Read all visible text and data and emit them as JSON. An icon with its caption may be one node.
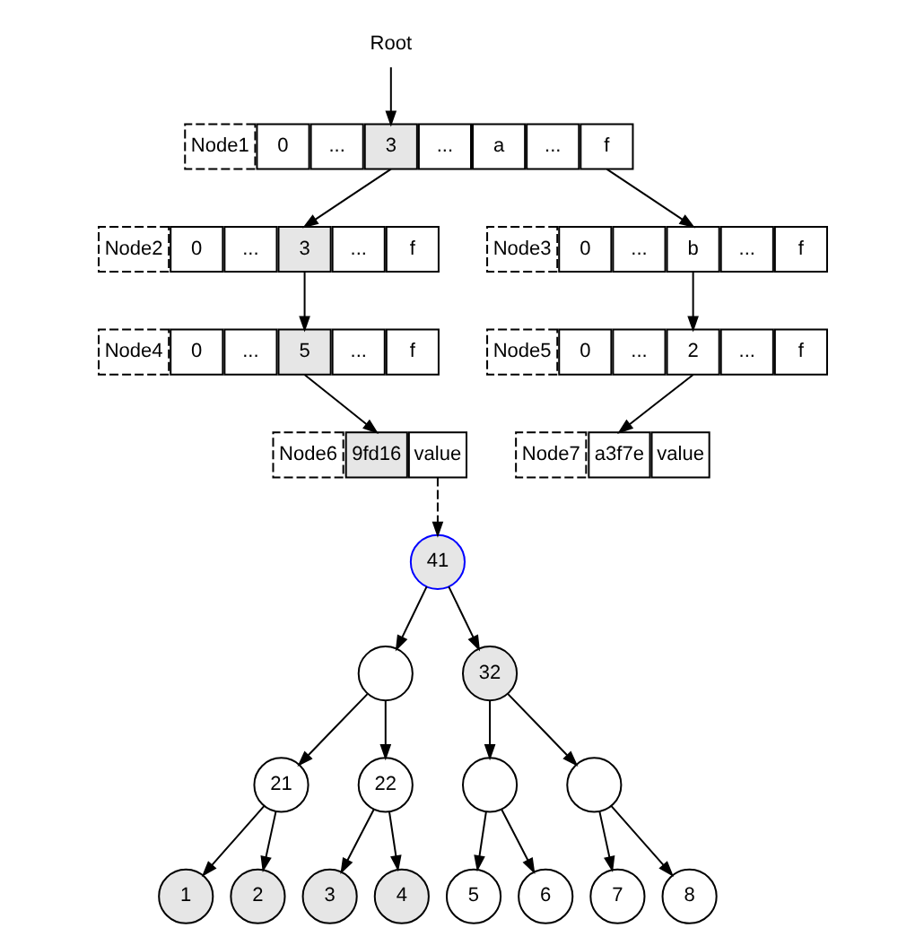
{
  "diagram": {
    "nodes": [
      {
        "text": [
          "Root"
        ]
      },
      {
        "text": [
          "Node1"
        ]
      },
      {
        "text": [
          "0"
        ]
      },
      {
        "text": [
          "..."
        ]
      },
      {
        "text": [
          "3"
        ]
      },
      {
        "text": [
          "..."
        ]
      },
      {
        "text": [
          "a"
        ]
      },
      {
        "text": [
          "..."
        ]
      },
      {
        "text": [
          "f"
        ]
      },
      {
        "text": [
          "Node2"
        ]
      },
      {
        "text": [
          "0"
        ]
      },
      {
        "text": [
          "..."
        ]
      },
      {
        "text": [
          "3"
        ]
      },
      {
        "text": [
          "..."
        ]
      },
      {
        "text": [
          "f"
        ]
      },
      {
        "text": [
          "Node3"
        ]
      },
      {
        "text": [
          "0"
        ]
      },
      {
        "text": [
          "..."
        ]
      },
      {
        "text": [
          "b"
        ]
      },
      {
        "text": [
          "..."
        ]
      },
      {
        "text": [
          "f"
        ]
      },
      {
        "text": [
          "Node4"
        ]
      },
      {
        "text": [
          "0"
        ]
      },
      {
        "text": [
          "..."
        ]
      },
      {
        "text": [
          "5"
        ]
      },
      {
        "text": [
          "..."
        ]
      },
      {
        "text": [
          "f"
        ]
      },
      {
        "text": [
          "Node5"
        ]
      },
      {
        "text": [
          "0"
        ]
      },
      {
        "text": [
          "..."
        ]
      },
      {
        "text": [
          "2"
        ]
      },
      {
        "text": [
          "..."
        ]
      },
      {
        "text": [
          "f"
        ]
      },
      {
        "text": [
          "Node6"
        ]
      },
      {
        "text": [
          "9fd16"
        ]
      },
      {
        "text": [
          "value"
        ]
      },
      {
        "text": [
          "Node7"
        ]
      },
      {
        "text": [
          "a3f7e"
        ]
      },
      {
        "text": [
          "value"
        ]
      },
      {
        "text": [
          "41"
        ]
      },
      {
        "text": [],
        "shape": "circle"
      },
      {
        "text": [
          "32"
        ]
      },
      {
        "text": [
          "21"
        ]
      },
      {
        "text": [
          "22"
        ]
      },
      {
        "text": [],
        "shape": "circle"
      },
      {
        "text": [],
        "shape": "circle"
      },
      {
        "text": [
          "1"
        ]
      },
      {
        "text": [
          "2"
        ]
      },
      {
        "text": [
          "3"
        ]
      },
      {
        "text": [
          "4"
        ]
      },
      {
        "text": [
          "5"
        ]
      },
      {
        "text": [
          "6"
        ]
      },
      {
        "text": [
          "7"
        ]
      },
      {
        "text": [
          "8"
        ]
      }
    ],
    "edges": [
      {
        "from": 0,
        "to": 4,
        "arrow": "to"
      },
      {
        "from": 4,
        "to": 12,
        "arrow": "to"
      },
      {
        "from": 8,
        "to": 18,
        "arrow": "to"
      },
      {
        "from": 12,
        "to": 24,
        "arrow": "to"
      },
      {
        "from": 18,
        "to": 30,
        "arrow": "to"
      },
      {
        "from": 24,
        "to": 34,
        "arrow": "to"
      },
      {
        "from": 30,
        "to": 37,
        "arrow": "to"
      },
      {
        "from": 35,
        "to": 39,
        "arrow": "to",
        "style": "dashed"
      },
      {
        "from": 39,
        "to": 40,
        "arrow": "to"
      },
      {
        "from": 39,
        "to": 41,
        "arrow": "to"
      },
      {
        "from": 40,
        "to": 42,
        "arrow": "to"
      },
      {
        "from": 40,
        "to": 43,
        "arrow": "to"
      },
      {
        "from": 41,
        "to": 44,
        "arrow": "to"
      },
      {
        "from": 41,
        "to": 45,
        "arrow": "to"
      },
      {
        "from": 42,
        "to": 46,
        "arrow": "to"
      },
      {
        "from": 42,
        "to": 47,
        "arrow": "to"
      },
      {
        "from": 43,
        "to": 48,
        "arrow": "to"
      },
      {
        "from": 43,
        "to": 49,
        "arrow": "to"
      },
      {
        "from": 44,
        "to": 50,
        "arrow": "to"
      },
      {
        "from": 44,
        "to": 51,
        "arrow": "to"
      },
      {
        "from": 45,
        "to": 52,
        "arrow": "to"
      },
      {
        "from": 45,
        "to": 53,
        "arrow": "to"
      }
    ]
  }
}
